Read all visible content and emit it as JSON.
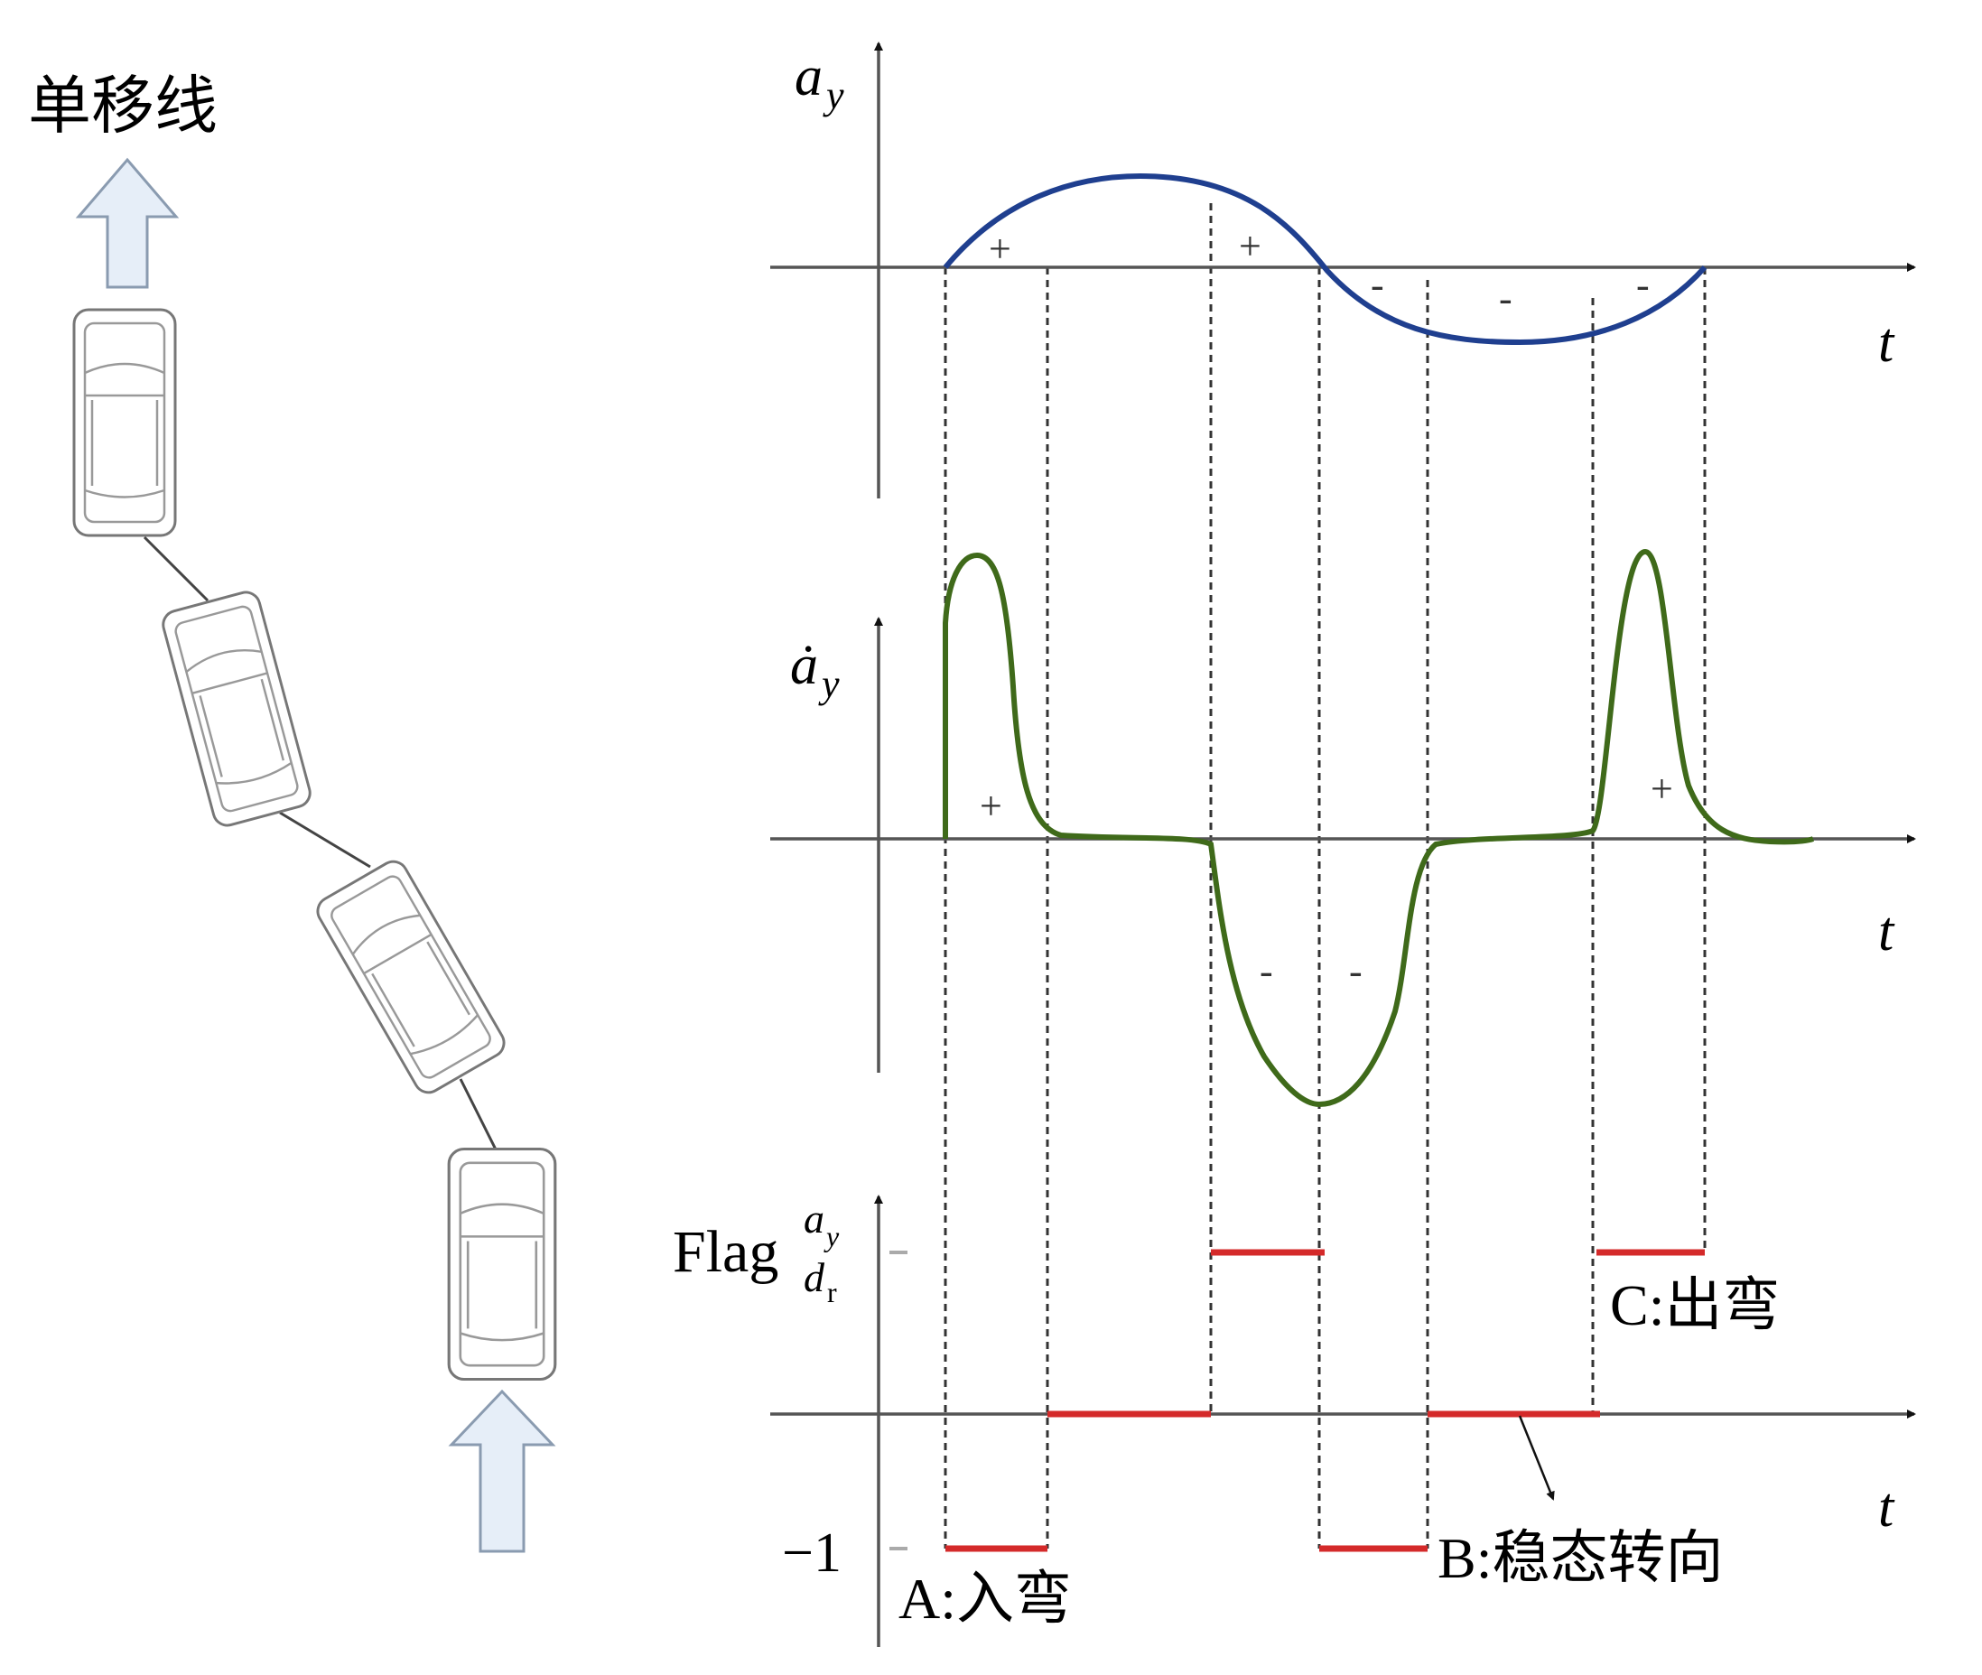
{
  "left_panel": {
    "title": "单移线",
    "cars": 4,
    "colors": {
      "arrow": "#e6eef8"
    }
  },
  "plots": {
    "lateral_accel": {
      "ylabel": "a",
      "ysub": "y",
      "xlabel": "t",
      "signs": [
        "+",
        "+",
        "-",
        "-",
        "-"
      ],
      "color": "#1f3f8f"
    },
    "lateral_jerk": {
      "ylabel": "ȧ",
      "ysub": "y",
      "xlabel": "t",
      "signs": [
        "+",
        "+",
        "-",
        "-"
      ],
      "color": "#3f6a1a"
    },
    "flag": {
      "ylabel": "Flag",
      "sup": "a",
      "sup_sub": "y",
      "sub": "d",
      "sub_sub": "r",
      "tick_minus_one": "−1",
      "xlabel": "t",
      "color": "#d42a2a",
      "levels": [
        -1,
        0,
        1,
        -1,
        0,
        1
      ]
    }
  },
  "annotations": {
    "a": "A:入弯",
    "b": "B:稳态转向",
    "c": "C:出弯"
  }
}
